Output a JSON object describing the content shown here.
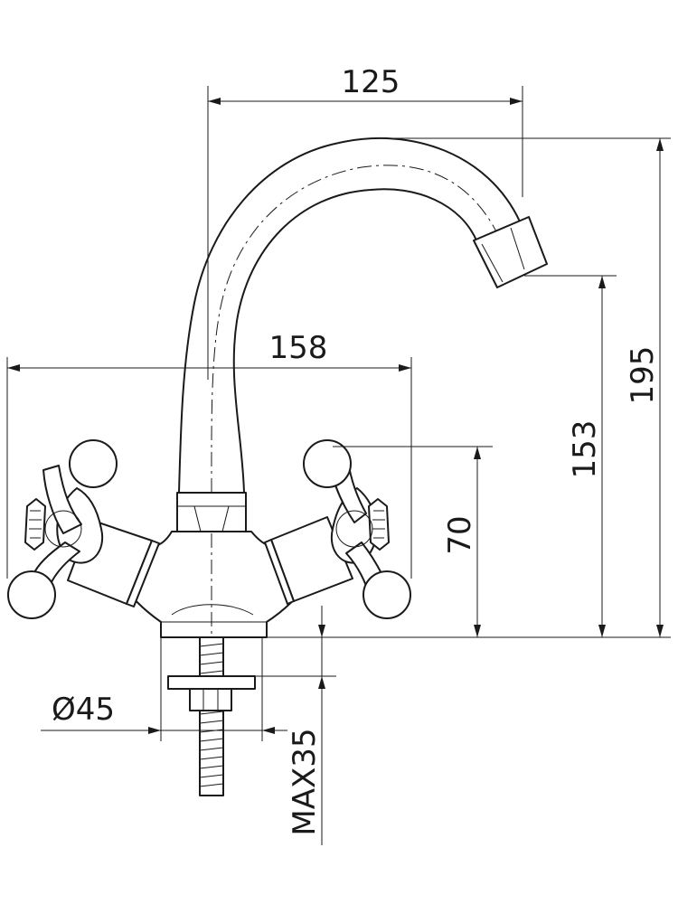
{
  "dimensions": {
    "spout_reach": "125",
    "handle_span": "158",
    "total_height": "195",
    "spout_outlet_height": "153",
    "handle_height": "70",
    "base_diameter": "Ø45",
    "max_deck_thickness": "MAX35"
  },
  "colors": {
    "ink": "#1a1a1a",
    "background": "#ffffff"
  }
}
